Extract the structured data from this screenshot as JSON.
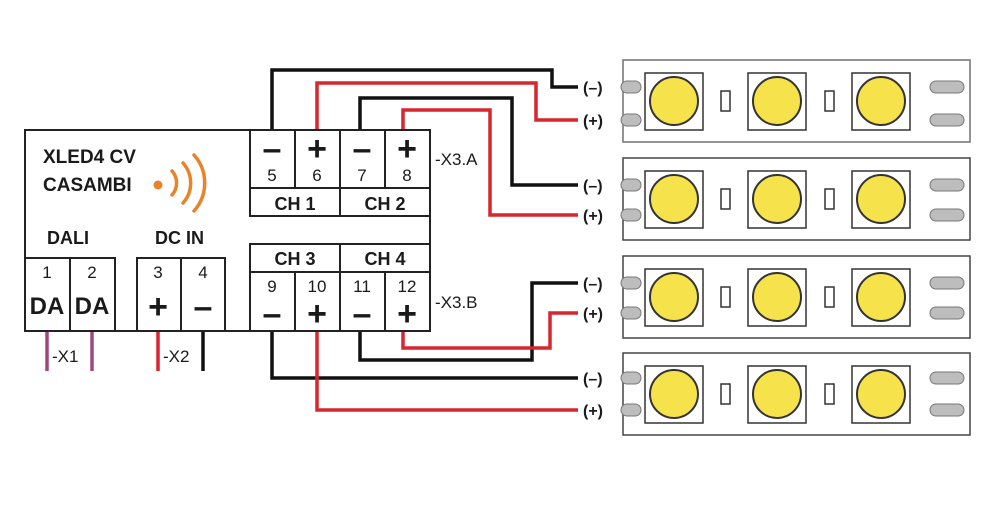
{
  "device": {
    "title_line1": "XLED4 CV",
    "title_line2": "CASAMBI"
  },
  "groups": {
    "dali": "DALI",
    "dc_in": "DC IN"
  },
  "terminals": [
    {
      "num": "1",
      "sym": "DA"
    },
    {
      "num": "2",
      "sym": "DA"
    },
    {
      "num": "3",
      "sym": "+"
    },
    {
      "num": "4",
      "sym": "–"
    },
    {
      "num": "5",
      "sym": "–"
    },
    {
      "num": "6",
      "sym": "+"
    },
    {
      "num": "7",
      "sym": "–"
    },
    {
      "num": "8",
      "sym": "+"
    },
    {
      "num": "9",
      "sym": "–"
    },
    {
      "num": "10",
      "sym": "+"
    },
    {
      "num": "11",
      "sym": "–"
    },
    {
      "num": "12",
      "sym": "+"
    }
  ],
  "channels": {
    "ch1": "CH 1",
    "ch2": "CH 2",
    "ch3": "CH 3",
    "ch4": "CH 4"
  },
  "connectors": {
    "x1": "-X1",
    "x2": "-X2",
    "x3a": "-X3.A",
    "x3b": "-X3.B"
  },
  "strips": {
    "minus_label": "(–)",
    "plus_label": "(+)"
  },
  "colors": {
    "wire_black": "#111111",
    "wire_red": "#d7262d",
    "wire_purple": "#a0477f",
    "wireless_orange": "#e8832a",
    "led_yellow": "#f6e24a"
  }
}
